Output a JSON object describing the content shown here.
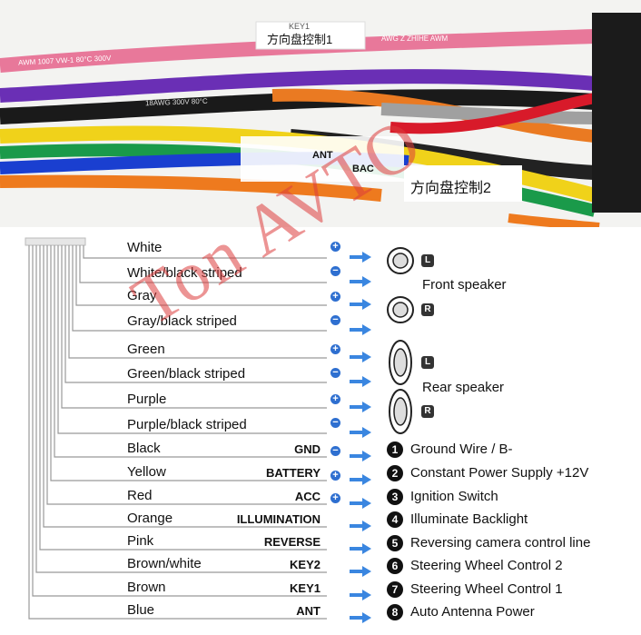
{
  "photo": {
    "sticker_top": "方向盘控制1",
    "sticker_top_small": "KEY1",
    "sticker_right": "方向盘控制2",
    "sticker_ant": "ANT",
    "sticker_bac": "BAC",
    "wire_print_red": "AWM 1007 VW-1 80°C 300V",
    "wire_print_pink": "AWG Z ZHIHE AWM",
    "wire_print_black": "18AWG 300V 80°C",
    "wire_colors": [
      "#e85a8a",
      "#6a2fb5",
      "#1a1a1a",
      "#e8721c",
      "#9a9a9a",
      "#f0d21a",
      "#1a9a4a",
      "#1a3fd0",
      "#d81a2a",
      "#e8721c"
    ]
  },
  "speakers": {
    "front_label": "Front speaker",
    "rear_label": "Rear speaker",
    "left_tag": "L",
    "right_tag": "R"
  },
  "polarity": {
    "plus": "+",
    "minus": "−"
  },
  "speaker_wires": [
    {
      "label": "White"
    },
    {
      "label": "White/black striped"
    },
    {
      "label": "Gray"
    },
    {
      "label": "Gray/black striped"
    },
    {
      "label": "Green"
    },
    {
      "label": "Green/black striped"
    },
    {
      "label": "Purple"
    },
    {
      "label": "Purple/black striped"
    }
  ],
  "power_wires": [
    {
      "label": "Black",
      "signal": "GND",
      "number": "1",
      "description": "Ground Wire / B-"
    },
    {
      "label": "Yellow",
      "signal": "BATTERY",
      "number": "2",
      "description": "Constant Power Supply +12V"
    },
    {
      "label": "Red",
      "signal": "ACC",
      "number": "3",
      "description": "Ignition Switch"
    },
    {
      "label": "Orange",
      "signal": "ILLUMINATION",
      "number": "4",
      "description": "Illuminate Backlight"
    },
    {
      "label": "Pink",
      "signal": "REVERSE",
      "number": "5",
      "description": "Reversing camera control line"
    },
    {
      "label": "Brown/white",
      "signal": "KEY2",
      "number": "6",
      "description": "Steering Wheel Control 2"
    },
    {
      "label": "Brown",
      "signal": "KEY1",
      "number": "7",
      "description": "Steering Wheel Control 1"
    },
    {
      "label": "Blue",
      "signal": "ANT",
      "number": "8",
      "description": "Auto  Antenna Power"
    }
  ],
  "watermark": "Ton AVTO",
  "colors": {
    "arrow": "#3a86e0",
    "polarity": "#2e6fd0",
    "line": "#999999",
    "watermark": "#dc3c3c"
  }
}
